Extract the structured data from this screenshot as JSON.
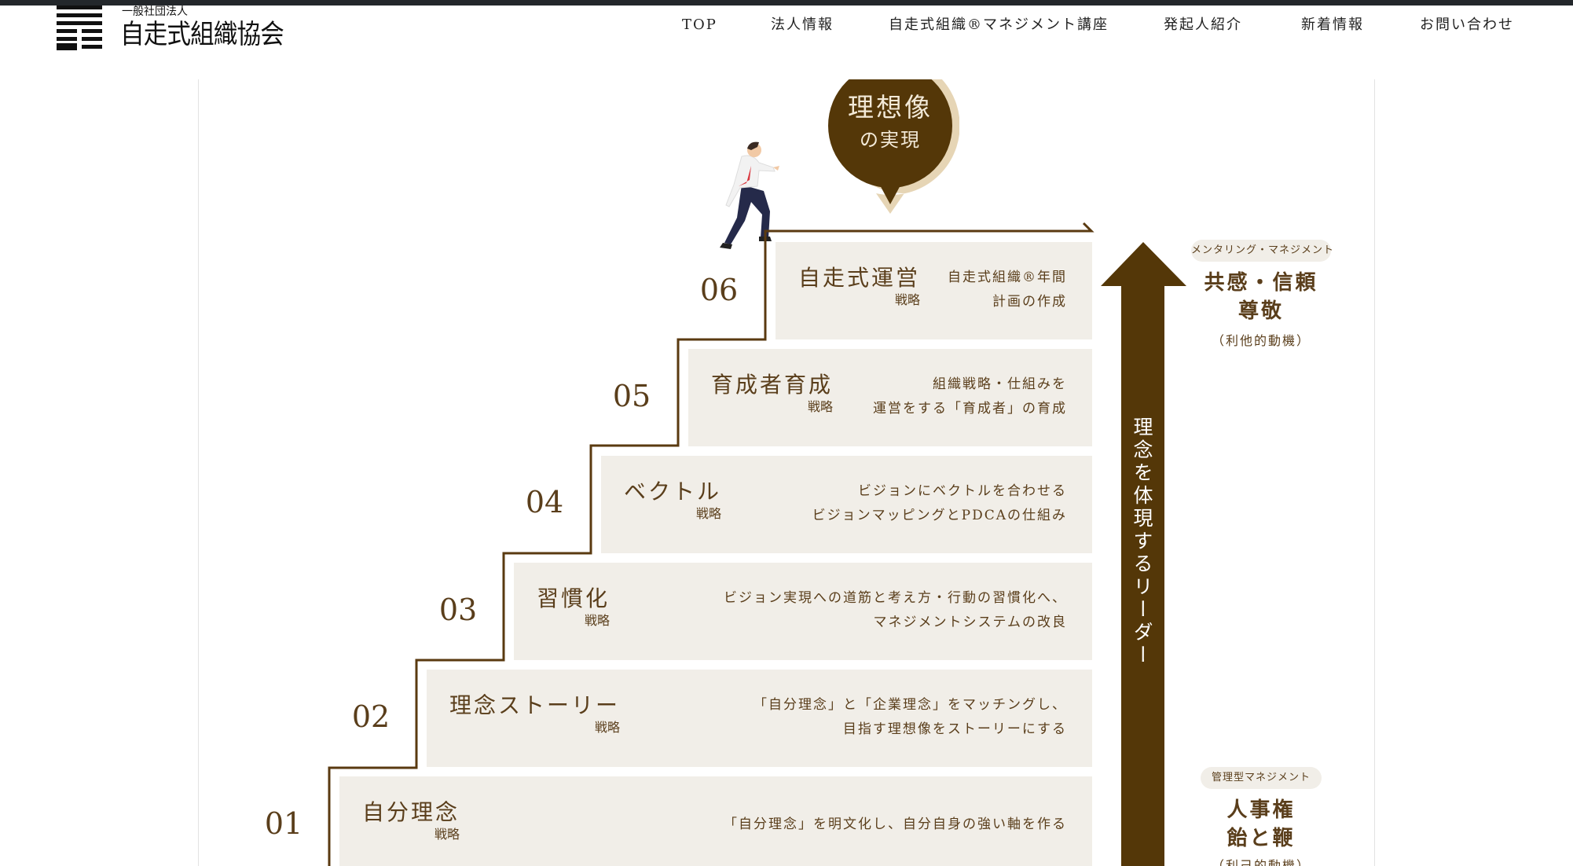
{
  "header": {
    "logo_sub": "一般社団法人",
    "logo_main": "自走式組織協会",
    "nav": [
      "TOP",
      "法人情報",
      "自走式組織®マネジメント講座",
      "発起人紹介",
      "新着情報",
      "お問い合わせ"
    ]
  },
  "bubble": {
    "line1": "理想像",
    "line2": "の実現"
  },
  "steps": [
    {
      "num": "01",
      "title": "自分理念",
      "sub": "戦略",
      "desc": [
        "「自分理念」を明文化し、自分自身の強い軸を作る"
      ]
    },
    {
      "num": "02",
      "title": "理念ストーリー",
      "sub": "戦略",
      "desc": [
        "「自分理念」と「企業理念」をマッチングし、",
        "目指す理想像をストーリーにする"
      ]
    },
    {
      "num": "03",
      "title": "習慣化",
      "sub": "戦略",
      "desc": [
        "ビジョン実現への道筋と考え方・行動の習慣化へ、",
        "マネジメントシステムの改良"
      ]
    },
    {
      "num": "04",
      "title": "ベクトル",
      "sub": "戦略",
      "desc": [
        "ビジョンにベクトルを合わせる",
        "ビジョンマッピングとPDCAの仕組み"
      ]
    },
    {
      "num": "05",
      "title": "育成者育成",
      "sub": "戦略",
      "desc": [
        "組織戦略・仕組みを",
        "運営をする「育成者」の育成"
      ]
    },
    {
      "num": "06",
      "title": "自走式運営",
      "sub": "戦略",
      "desc": [
        "自走式組織®年間",
        "計画の作成"
      ]
    }
  ],
  "arrow_text": "理念を体現するリーダー",
  "right": {
    "top": {
      "badge": "メンタリング・マネジメント",
      "line1": "共感・信頼",
      "line2": "尊敬",
      "note": "（利他的動機）"
    },
    "bottom": {
      "badge": "管理型マネジメント",
      "line1": "人事権",
      "line2": "飴と鞭",
      "note": "（利己的動機）"
    }
  },
  "colors": {
    "brown": "#543708",
    "box": "#f1eee8",
    "bubble_ring": "#e6d5b5",
    "text": "#5a3e1b"
  }
}
